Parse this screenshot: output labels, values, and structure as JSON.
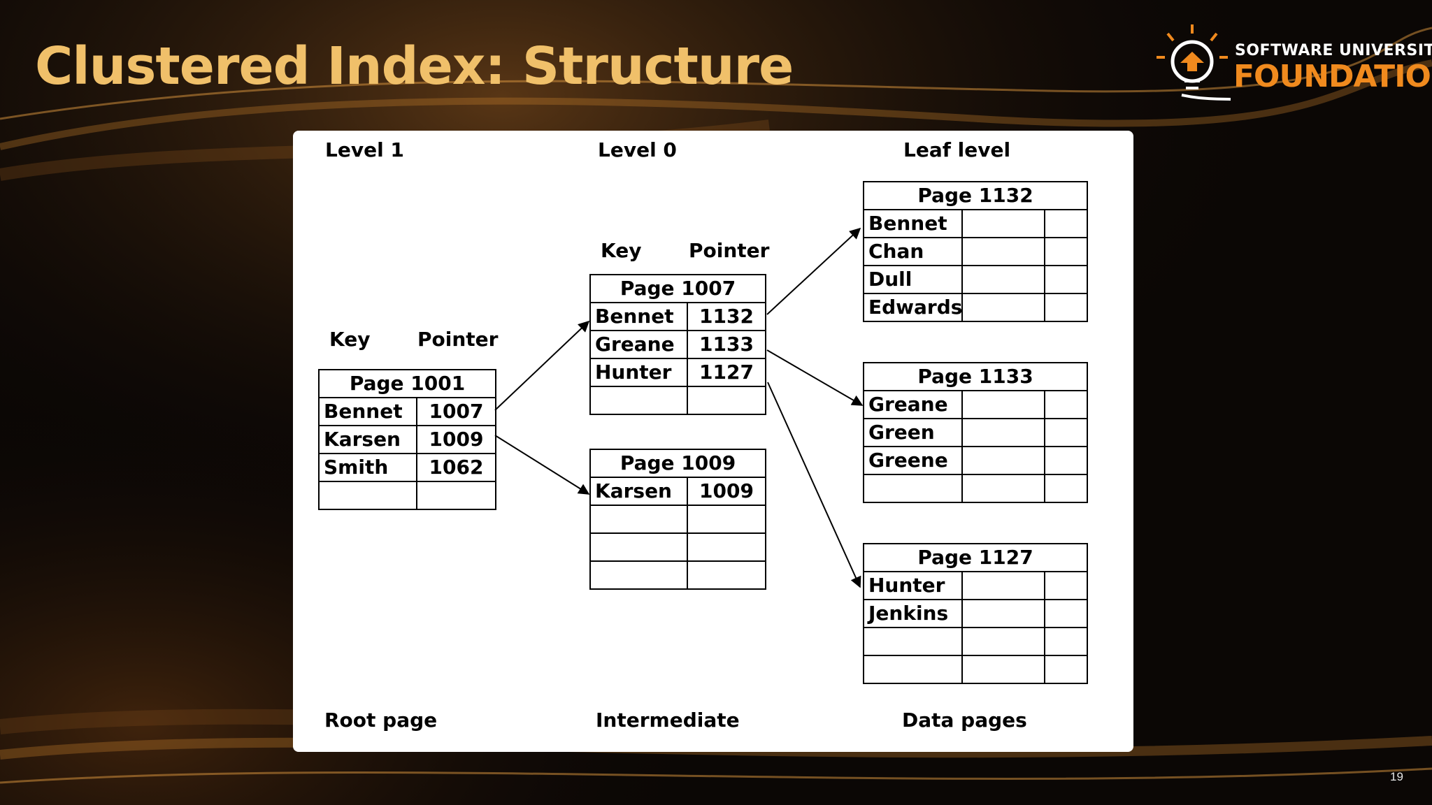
{
  "slide": {
    "title": "Clustered Index: Structure",
    "page_number": "19"
  },
  "logo": {
    "line1": "SOFTWARE UNIVERSITY",
    "line2": "FOUNDATION",
    "icon": "lightbulb-icon"
  },
  "diagram": {
    "level_labels": [
      "Level 1",
      "Level 0",
      "Leaf level"
    ],
    "bottom_labels": [
      "Root page",
      "Intermediate",
      "Data pages"
    ],
    "column_headers": {
      "key": "Key",
      "pointer": "Pointer"
    },
    "root_page": {
      "title": "Page 1001",
      "rows": [
        {
          "key": "Bennet",
          "pointer": "1007"
        },
        {
          "key": "Karsen",
          "pointer": "1009"
        },
        {
          "key": "Smith",
          "pointer": "1062"
        },
        {
          "key": "",
          "pointer": ""
        }
      ]
    },
    "intermediate_pages": [
      {
        "title": "Page 1007",
        "rows": [
          {
            "key": "Bennet",
            "pointer": "1132"
          },
          {
            "key": "Greane",
            "pointer": "1133"
          },
          {
            "key": "Hunter",
            "pointer": "1127"
          },
          {
            "key": "",
            "pointer": ""
          }
        ]
      },
      {
        "title": "Page 1009",
        "rows": [
          {
            "key": "Karsen",
            "pointer": "1009"
          },
          {
            "key": "",
            "pointer": ""
          },
          {
            "key": "",
            "pointer": ""
          },
          {
            "key": "",
            "pointer": ""
          }
        ]
      }
    ],
    "data_pages": [
      {
        "title": "Page 1132",
        "rows": [
          "Bennet",
          "Chan",
          "Dull",
          "Edwards"
        ]
      },
      {
        "title": "Page 1133",
        "rows": [
          "Greane",
          "Green",
          "Greene",
          ""
        ]
      },
      {
        "title": "Page 1127",
        "rows": [
          "Hunter",
          "Jenkins",
          "",
          ""
        ]
      }
    ],
    "arrow_color": "#000000"
  },
  "colors": {
    "title": "#f0c06a",
    "accent": "#f08a1e",
    "panel": "#ffffff",
    "background": "#0b0705"
  }
}
